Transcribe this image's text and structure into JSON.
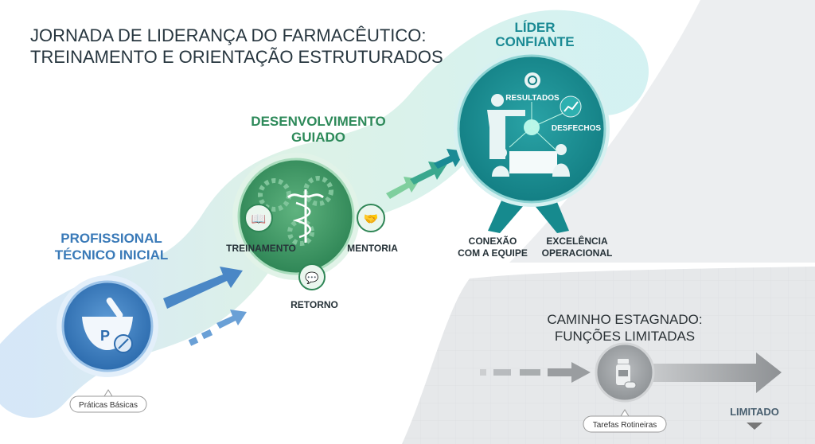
{
  "title": {
    "line1": "JORNADA DE LIDERANÇA DO FARMACÊUTICO:",
    "line2": "TREINAMENTO E ORIENTAÇÃO ESTRUTURADOS"
  },
  "stages": {
    "initial": {
      "line1": "PROFISSIONAL",
      "line2": "TÉCNICO INICIAL",
      "badge": "Práticas Básicas",
      "color": "#3a7ab8"
    },
    "guided": {
      "line1": "DESENVOLVIMENTO",
      "line2": "GUIADO",
      "items": [
        "TREINAMENTO",
        "MENTORIA",
        "RETORNO"
      ],
      "color": "#2e8a5a"
    },
    "leader": {
      "line1": "LÍDER",
      "line2": "CONFIANTE",
      "inner": [
        "RESULTADOS",
        "DESFECHOS"
      ],
      "outcomes": [
        {
          "line1": "CONEXÃO",
          "line2": "COM A EQUIPE"
        },
        {
          "line1": "EXCELÊNCIA",
          "line2": "OPERACIONAL"
        }
      ],
      "color": "#1a8a94"
    },
    "stagnant": {
      "line1": "CAMINHO ESTAGNADO:",
      "line2": "FUNÇÕES LIMITADAS",
      "badge": "Tarefas Rotineiras",
      "end": "LIMITADO",
      "color": "#8a8f94"
    }
  }
}
